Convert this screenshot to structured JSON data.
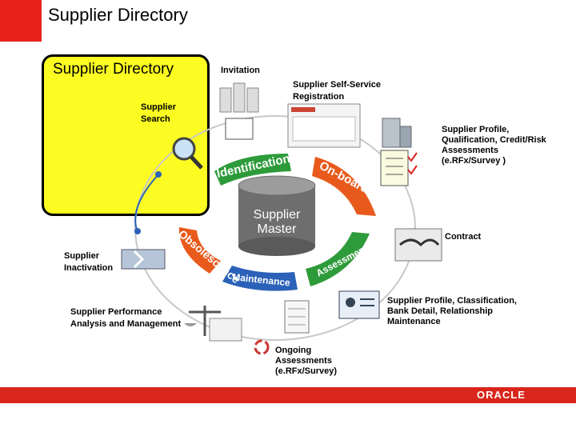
{
  "page": {
    "title": "Supplier Directory",
    "footer_logo": "ORACLE"
  },
  "directory_box": {
    "title": "Supplier Directory",
    "color": "#fcfc22"
  },
  "center": {
    "label_line1": "Supplier",
    "label_line2": "Master"
  },
  "ring_labels": {
    "identification": "Identification",
    "onboarding": "On-boarding",
    "obsolescence": "Obsolescence",
    "maintenance": "Maintenance",
    "ampersand": "&",
    "assessment": "Assessment"
  },
  "callouts": {
    "invitation": "Invitation",
    "self_service_1": "Supplier Self-Service",
    "self_service_2": "Registration",
    "search_1": "Supplier",
    "search_2": "Search",
    "profile_1": "Supplier Profile,",
    "profile_2": "Qualification, Credit/Risk",
    "profile_3": "Assessments",
    "profile_4": "(e.RFx/Survey )",
    "contract": "Contract",
    "inactivation_1": "Supplier",
    "inactivation_2": "Inactivation",
    "classification_1": "Supplier Profile, Classification,",
    "classification_2": "Bank Detail, Relationship",
    "classification_3": "Maintenance",
    "performance_1": "Supplier Performance",
    "performance_2": "Analysis and Management",
    "ongoing_1": "Ongoing",
    "ongoing_2": "Assessments",
    "ongoing_3": "(e.RFx/Survey)"
  },
  "colors": {
    "brand_red": "#e8231b",
    "ring_green": "#2e9b3a",
    "ring_orange": "#e85a1c",
    "ring_blue": "#2b61b8",
    "cylinder_gray": "#7a7a7a"
  },
  "icons": [
    "magnifier-icon",
    "form-icon",
    "checklist-icon",
    "handshake-icon",
    "contact-card-icon",
    "scales-icon",
    "document-grid-icon",
    "refresh-cycle-icon",
    "server-icon",
    "invitation-people-icon"
  ]
}
